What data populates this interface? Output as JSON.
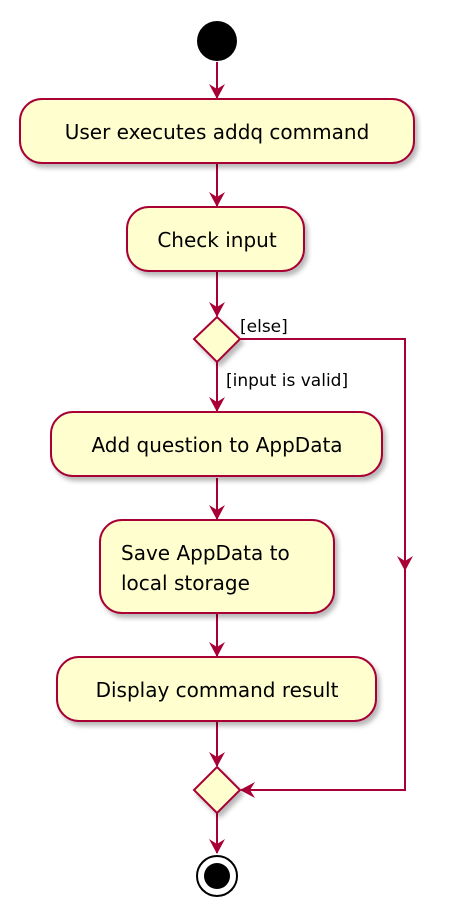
{
  "diagram": {
    "colors": {
      "node_fill": "#FEFECE",
      "node_stroke": "#A80036",
      "edge": "#A80036",
      "start_node": "#000000"
    },
    "activities": {
      "execute": "User executes addq command",
      "check": "Check input",
      "add": "Add question to AppData",
      "save_line1": "Save AppData to",
      "save_line2": "local storage",
      "display": "Display command result"
    },
    "guards": {
      "else": "[else]",
      "valid": "[input is valid]"
    }
  }
}
